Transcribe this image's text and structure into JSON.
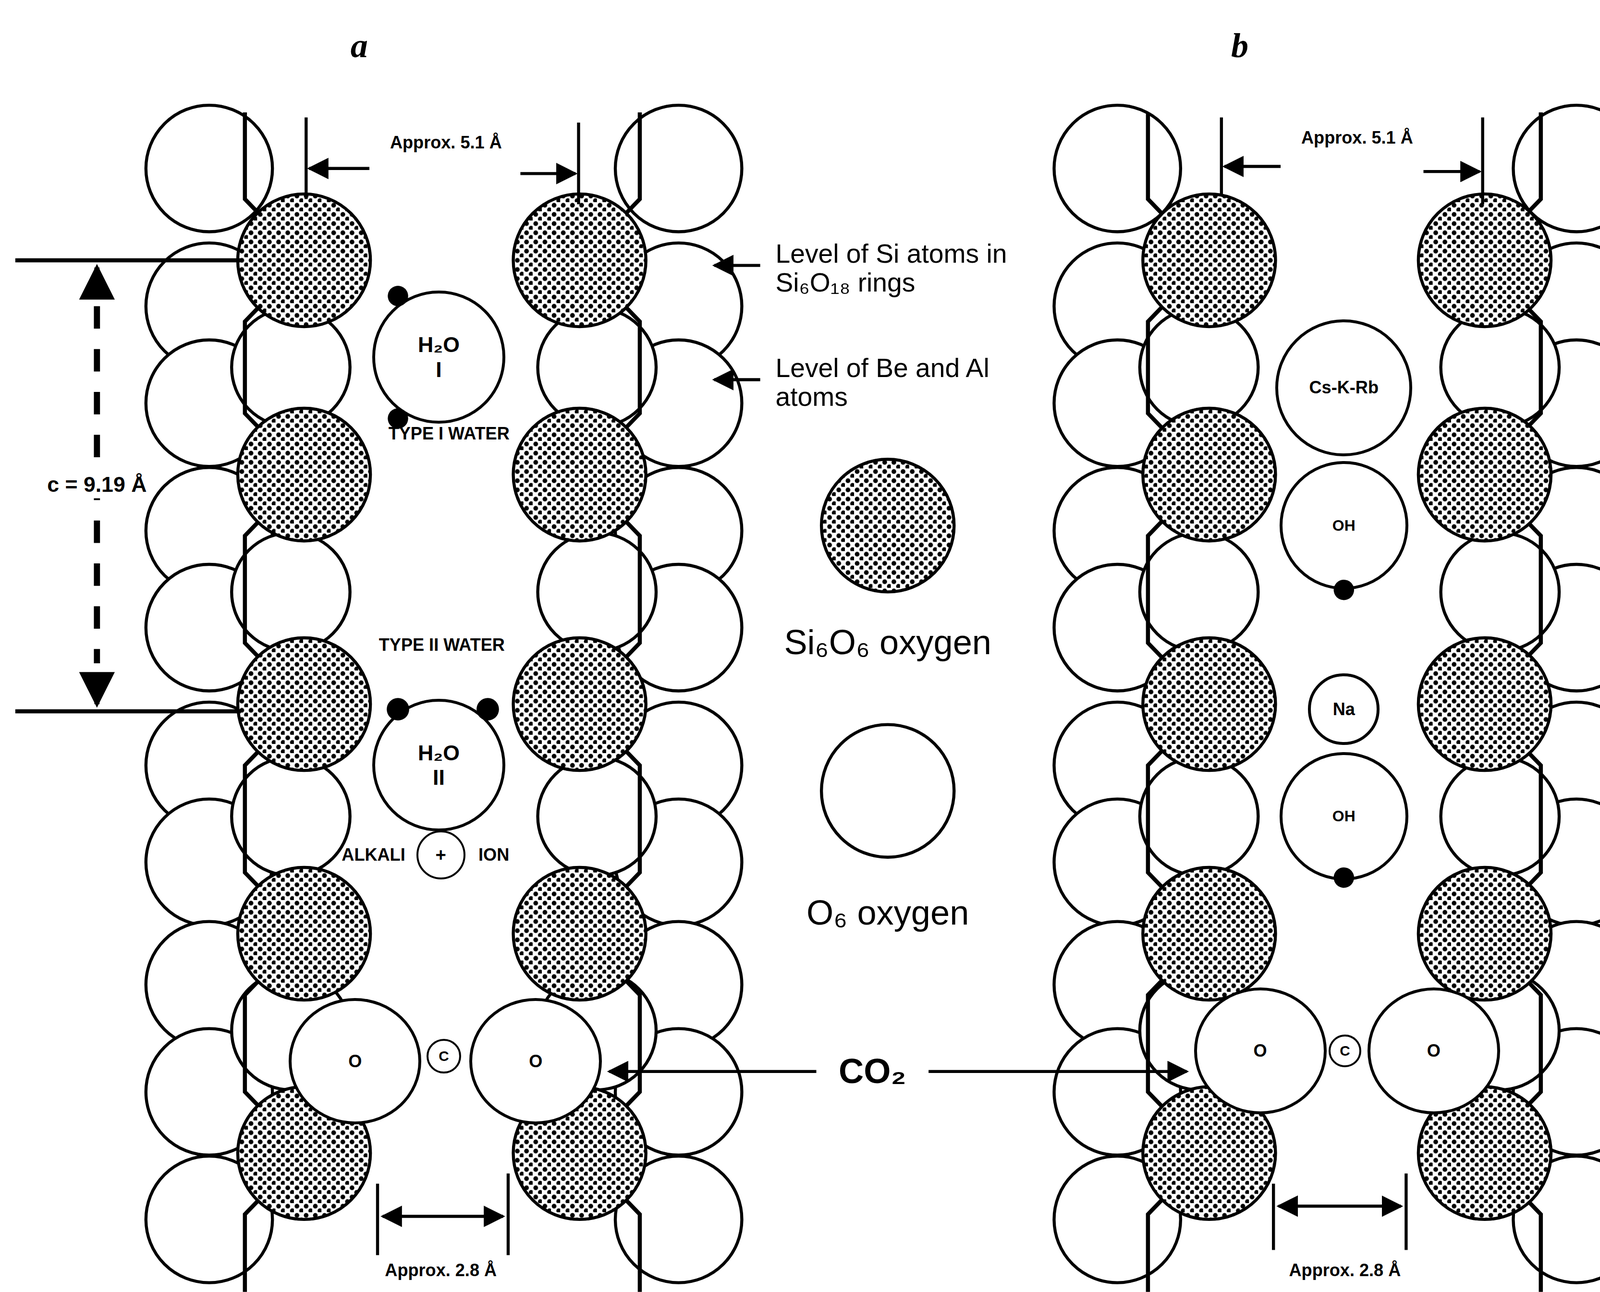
{
  "diagram": {
    "nodes": [
      {
        "text": [
          "H₂O",
          "I"
        ]
      },
      {
        "text": [
          "H₂O",
          "II"
        ]
      },
      {
        "text": [
          "+"
        ]
      },
      {
        "text": [
          "O"
        ]
      },
      {
        "text": [
          "C"
        ]
      },
      {
        "text": [
          "O"
        ]
      },
      {
        "text": [
          "Cs-K-Rb"
        ]
      },
      {
        "text": [
          "OH"
        ]
      },
      {
        "text": [
          "Na"
        ]
      },
      {
        "text": [
          "OH"
        ]
      },
      {
        "text": [
          "O"
        ]
      },
      {
        "text": [
          "C"
        ]
      },
      {
        "text": [
          "O"
        ]
      }
    ],
    "labels": [
      "a",
      "b",
      "Approx. 5.1 Å",
      "Approx. 5.1 Å",
      "c = 9.19 Å",
      "Level of Si atoms in Si₆O₁₈ rings",
      "Level of Be and Al atoms",
      "TYPE I WATER",
      "TYPE II WATER",
      "ALKALI",
      "ION",
      "CO₂",
      "Approx. 2.8 Å",
      "Approx. 2.8 Å"
    ],
    "legend": [
      {
        "text": "Si₆O₆ oxygen"
      },
      {
        "text": "O₆ oxygen"
      }
    ]
  }
}
